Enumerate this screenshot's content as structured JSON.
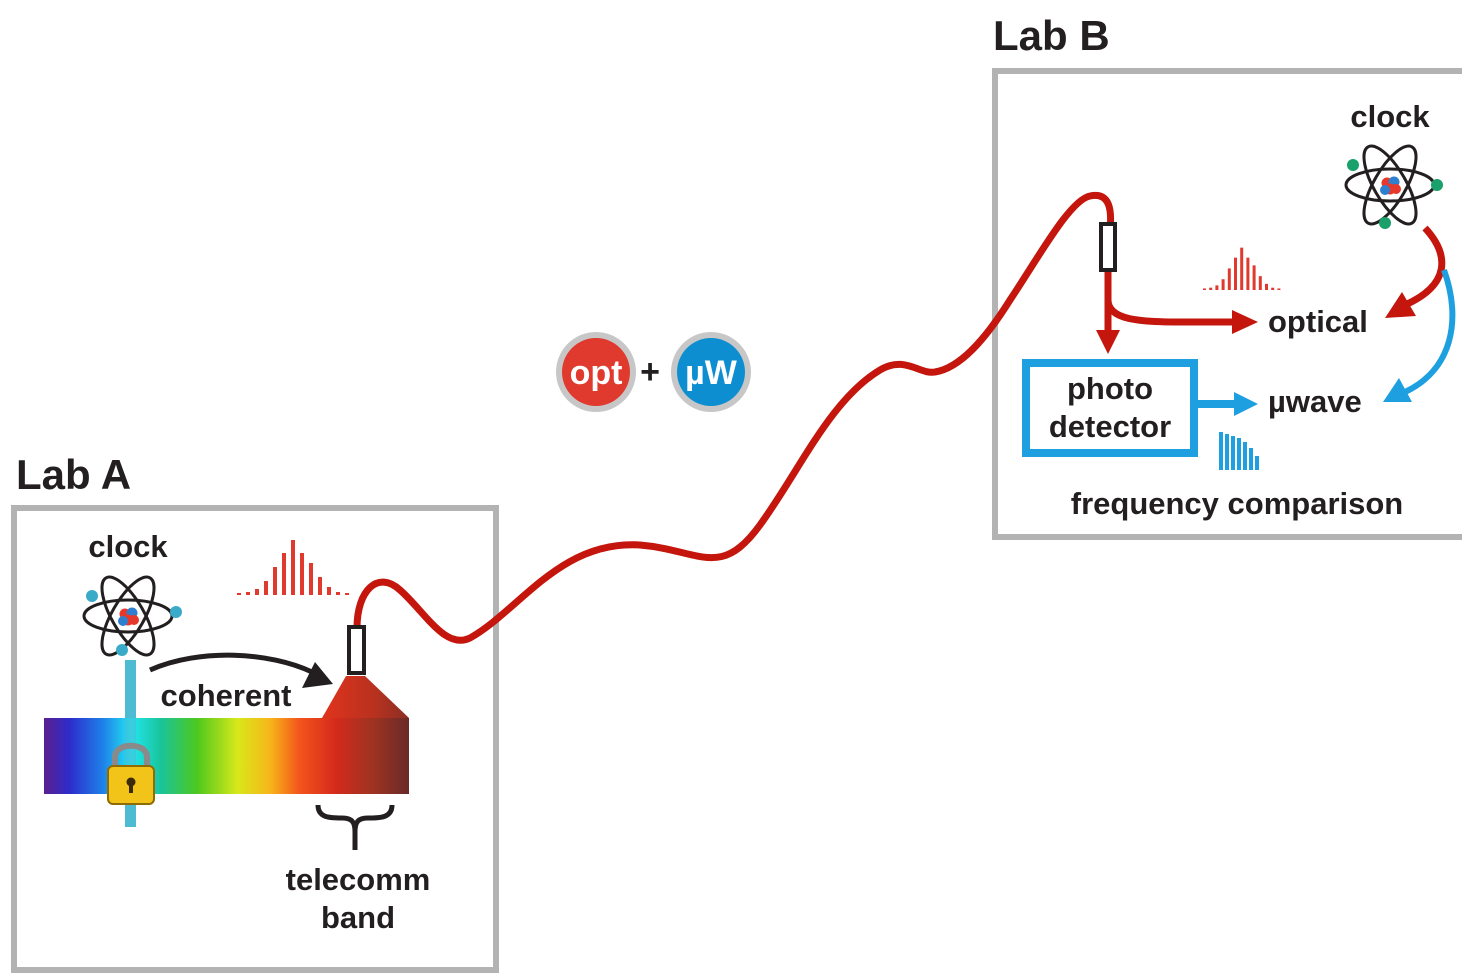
{
  "lab_a": {
    "title": "Lab A",
    "clock_label": "clock",
    "coherent_label": "coherent",
    "telecomm_line1": "telecomm",
    "telecomm_line2": "band"
  },
  "lab_b": {
    "title": "Lab B",
    "clock_label": "clock",
    "optical_label": "optical",
    "uwave_label": "µwave",
    "photo_line1": "photo",
    "photo_line2": "detector",
    "comparison_label": "frequency comparison"
  },
  "badges": {
    "optical": "opt",
    "plus": "+",
    "microwave": "µW"
  },
  "colors": {
    "fiber_red": "#c4160c",
    "microwave_blue": "#1ea0e0",
    "box_gray": "#b3b3b3",
    "opt_badge": "#e03a2e",
    "uw_badge": "#0d8ed0"
  },
  "icons": {
    "atom": "atom-icon",
    "lock": "padlock-icon"
  }
}
